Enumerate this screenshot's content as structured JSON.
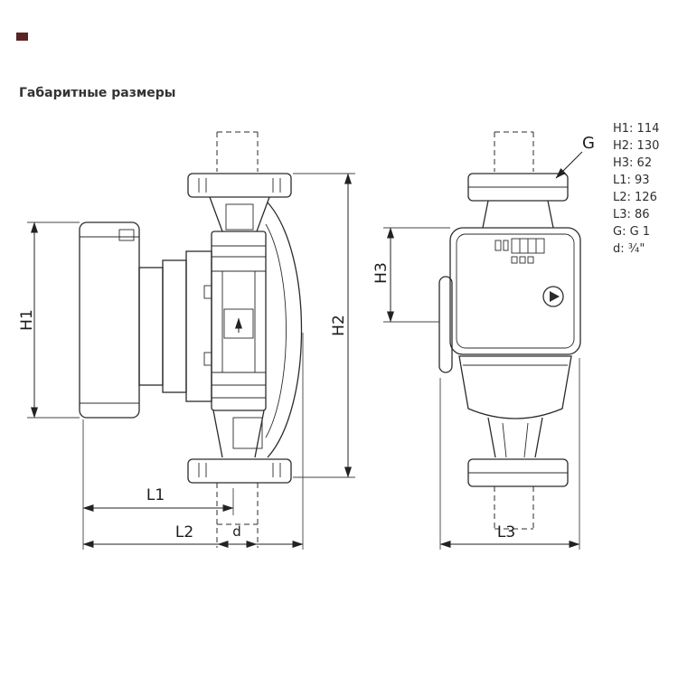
{
  "title": "Габаритные размеры",
  "specs": {
    "items": [
      {
        "text": "H1: 114"
      },
      {
        "text": "H2: 130"
      },
      {
        "text": "H3: 62"
      },
      {
        "text": "L1: 93"
      },
      {
        "text": "L2: 126"
      },
      {
        "text": "L3: 86"
      },
      {
        "text": "G: G 1"
      },
      {
        "text": "d: ¾\""
      }
    ]
  },
  "dims": {
    "h1": "H1",
    "h2": "H2",
    "h3": "H3",
    "l1": "L1",
    "l2": "L2",
    "l3": "L3",
    "d": "d",
    "g": "G"
  }
}
